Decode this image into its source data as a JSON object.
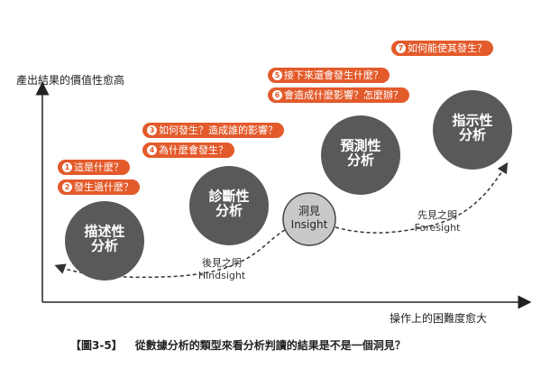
{
  "y_axis_label": "產出結果的價值性愈高",
  "x_axis_label": "操作上的困難度愈大",
  "circles": {
    "descriptive": "描述性\n分析",
    "diagnostic": "診斷性\n分析",
    "insight": "洞見\nInsight",
    "predictive": "預測性\n分析",
    "prescriptive": "指示性\n分析"
  },
  "path_labels": {
    "hindsight": "後見之明\nHindsight",
    "foresight": "先見之明\nForesight"
  },
  "questions": [
    {
      "num": "1",
      "text": "這是什麼？"
    },
    {
      "num": "2",
      "text": "發生過什麼？"
    },
    {
      "num": "3",
      "text": "如何發生？造成誰的影響？"
    },
    {
      "num": "4",
      "text": "為什麼會發生？"
    },
    {
      "num": "5",
      "text": "接下來還會發生什麼？"
    },
    {
      "num": "6",
      "text": "會造成什麼影響？怎麼辦？"
    },
    {
      "num": "7",
      "text": "如何能使其發生？"
    }
  ],
  "caption": {
    "figure": "【圖3-5】",
    "text": "從數據分析的類型來看分析判讀的結果是不是一個洞見？"
  },
  "colors": {
    "circle_dark": "#58595b",
    "circle_light": "#c9c9c9",
    "pill": "#e35a2b"
  }
}
